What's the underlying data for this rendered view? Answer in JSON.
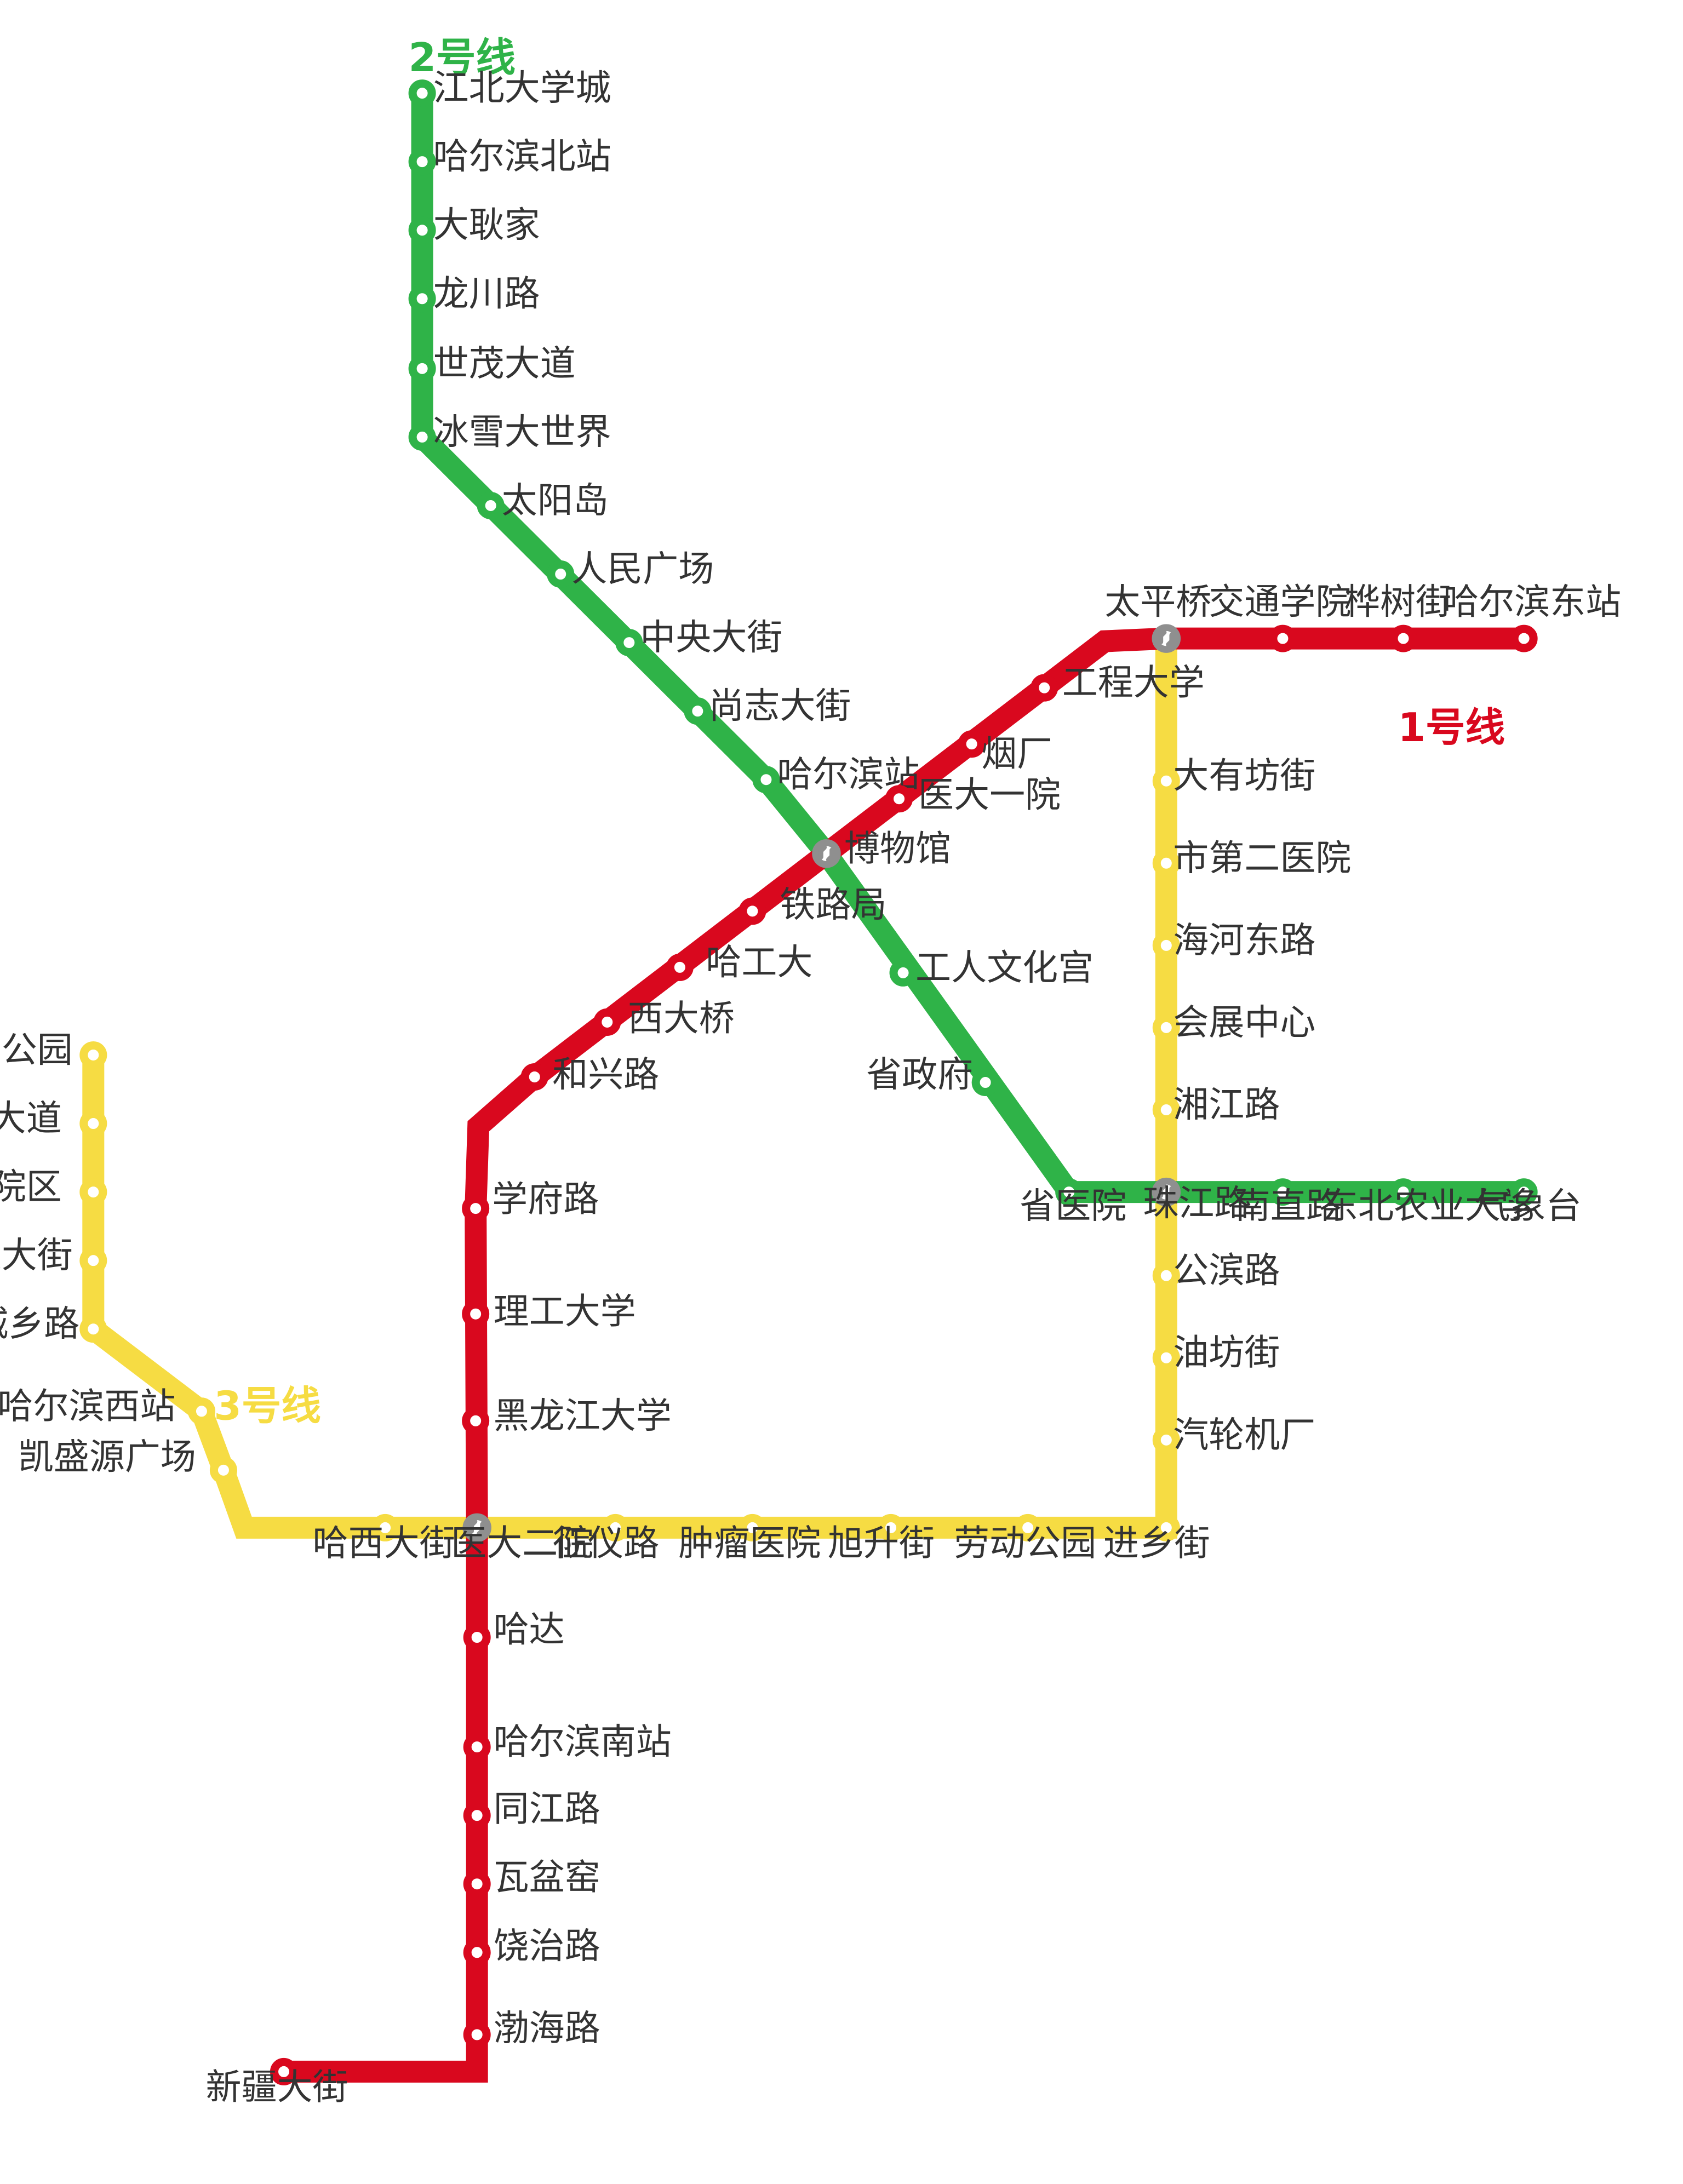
{
  "lines": {
    "line1": {
      "label": "1号线",
      "color": "#d9081e"
    },
    "line2": {
      "label": "2号线",
      "color": "#2fb348"
    },
    "line3": {
      "label": "3号线",
      "color": "#f6dc43"
    }
  },
  "transfer_icon": "interchange-icon",
  "stations": {
    "jiangbei_daxuecheng": "江北大学城",
    "haerbin_beizhan": "哈尔滨北站",
    "dagengjia": "大耿家",
    "longchuan_lu": "龙川路",
    "shimao_dadao": "世茂大道",
    "bingxue_dashijie": "冰雪大世界",
    "taiyang_dao": "太阳岛",
    "renmin_guangchang": "人民广场",
    "zhongyang_dajie": "中央大街",
    "shangzhi_dajie": "尚志大街",
    "haerbin_zhan": "哈尔滨站",
    "bowuguan": "博物馆",
    "gongren_wenhuagong": "工人文化宫",
    "shengzhengfu": "省政府",
    "shengyiyuan": "省医院",
    "zhujiang_lu": "珠江路",
    "nanzhi_lu": "南直路",
    "dongbei_nongye_daxue": "东北农业大学",
    "qixiangtai": "气象台",
    "taiping_qiao": "太平桥",
    "jiaotong_xueyuan": "交通学院",
    "huashu_jie": "桦树街",
    "haerbin_dongzhan": "哈尔滨东站",
    "gongcheng_daxue": "工程大学",
    "yanchang": "烟厂",
    "yida_yiyuan": "医大一院",
    "tielu_ju": "铁路局",
    "hagongda": "哈工大",
    "xida_qiao": "西大桥",
    "hexing_lu": "和兴路",
    "xuefu_lu": "学府路",
    "ligong_daxue": "理工大学",
    "heilongjiang_daxue": "黑龙江大学",
    "yida_eryuan": "医大二院",
    "hada": "哈达",
    "haerbin_nanzhan": "哈尔滨南站",
    "tongjiang_lu": "同江路",
    "wapenyao": "瓦盆窑",
    "raozhi_lu": "饶治路",
    "bohai_lu": "渤海路",
    "xinjiang_dajie": "新疆大街",
    "dayoufang_jie": "大有坊街",
    "shi_dier_yiyuan": "市第二医院",
    "haihe_donglu": "海河东路",
    "huizhan_zhongxin": "会展中心",
    "xiangjiang_lu": "湘江路",
    "gongbin_lu": "公滨路",
    "youfang_jie": "油坊街",
    "qilun_jichang": "汽轮机厂",
    "jinxiang_jie": "进乡街",
    "laodong_gongyuan": "劳动公园",
    "xusheng_jie": "旭升街",
    "zhongliu_yiyuan": "肿瘤医院",
    "zhengyi_lu": "征仪路",
    "haxi_dajie": "哈西大街",
    "kaishengyuan_guangchang": "凯盛源广场",
    "haerbin_xizhan": "哈尔滨西站",
    "chengxiang_lu": "城乡路",
    "gongnong_dajie": "工农大街",
    "qunli_yuanqu": "群力院区",
    "diwu_dadao": "第五大道",
    "tiyu_gongyuan": "体育公园"
  }
}
